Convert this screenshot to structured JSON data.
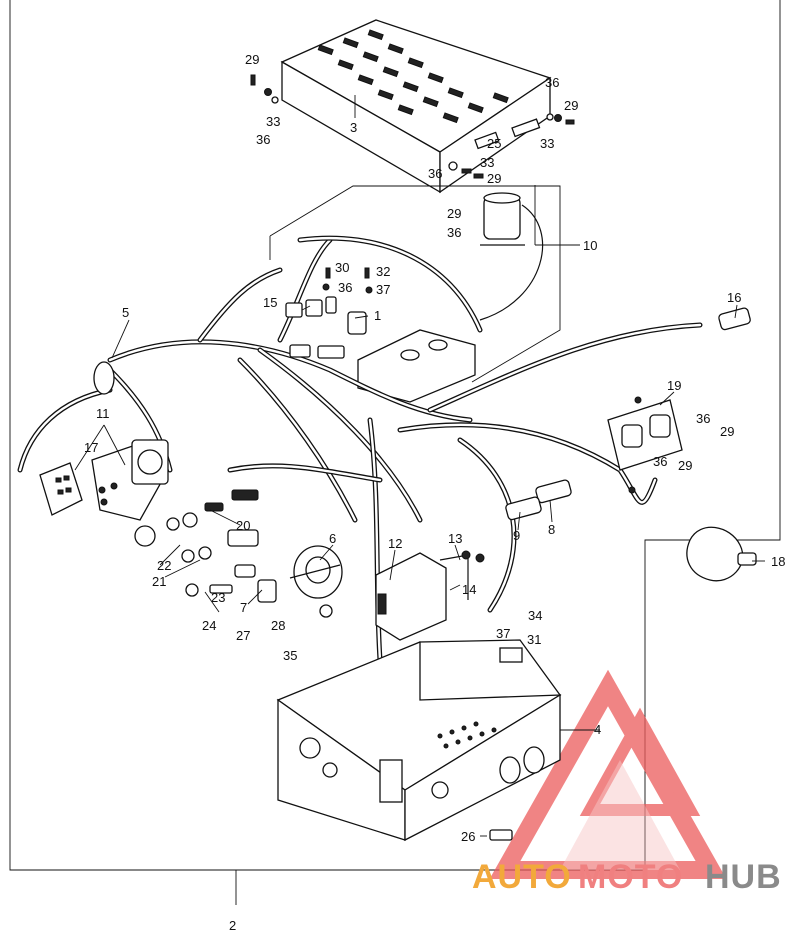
{
  "diagram": {
    "callouts": [
      "1",
      "2",
      "3",
      "4",
      "5",
      "6",
      "7",
      "8",
      "9",
      "10",
      "11",
      "12",
      "13",
      "14",
      "15",
      "16",
      "17",
      "18",
      "19",
      "20",
      "21",
      "22",
      "23",
      "24",
      "25",
      "26",
      "27",
      "28",
      "29",
      "30",
      "31",
      "32",
      "33",
      "34",
      "35",
      "36",
      "37"
    ],
    "repeated_callouts": {
      "29": [
        "29",
        "29",
        "29",
        "29",
        "29"
      ],
      "33": [
        "33",
        "33",
        "33"
      ],
      "36": [
        "36",
        "36",
        "36",
        "36",
        "36",
        "36",
        "36"
      ],
      "37": [
        "37",
        "37"
      ]
    }
  },
  "watermark": {
    "word_auto": "AUTO",
    "word_moto": "MOTO",
    "word_hub": "HUB",
    "colors": {
      "auto": "#f2a93b",
      "moto": "#f08080",
      "hub": "#8a8a8a",
      "triangle": "#ec5b5b"
    }
  }
}
